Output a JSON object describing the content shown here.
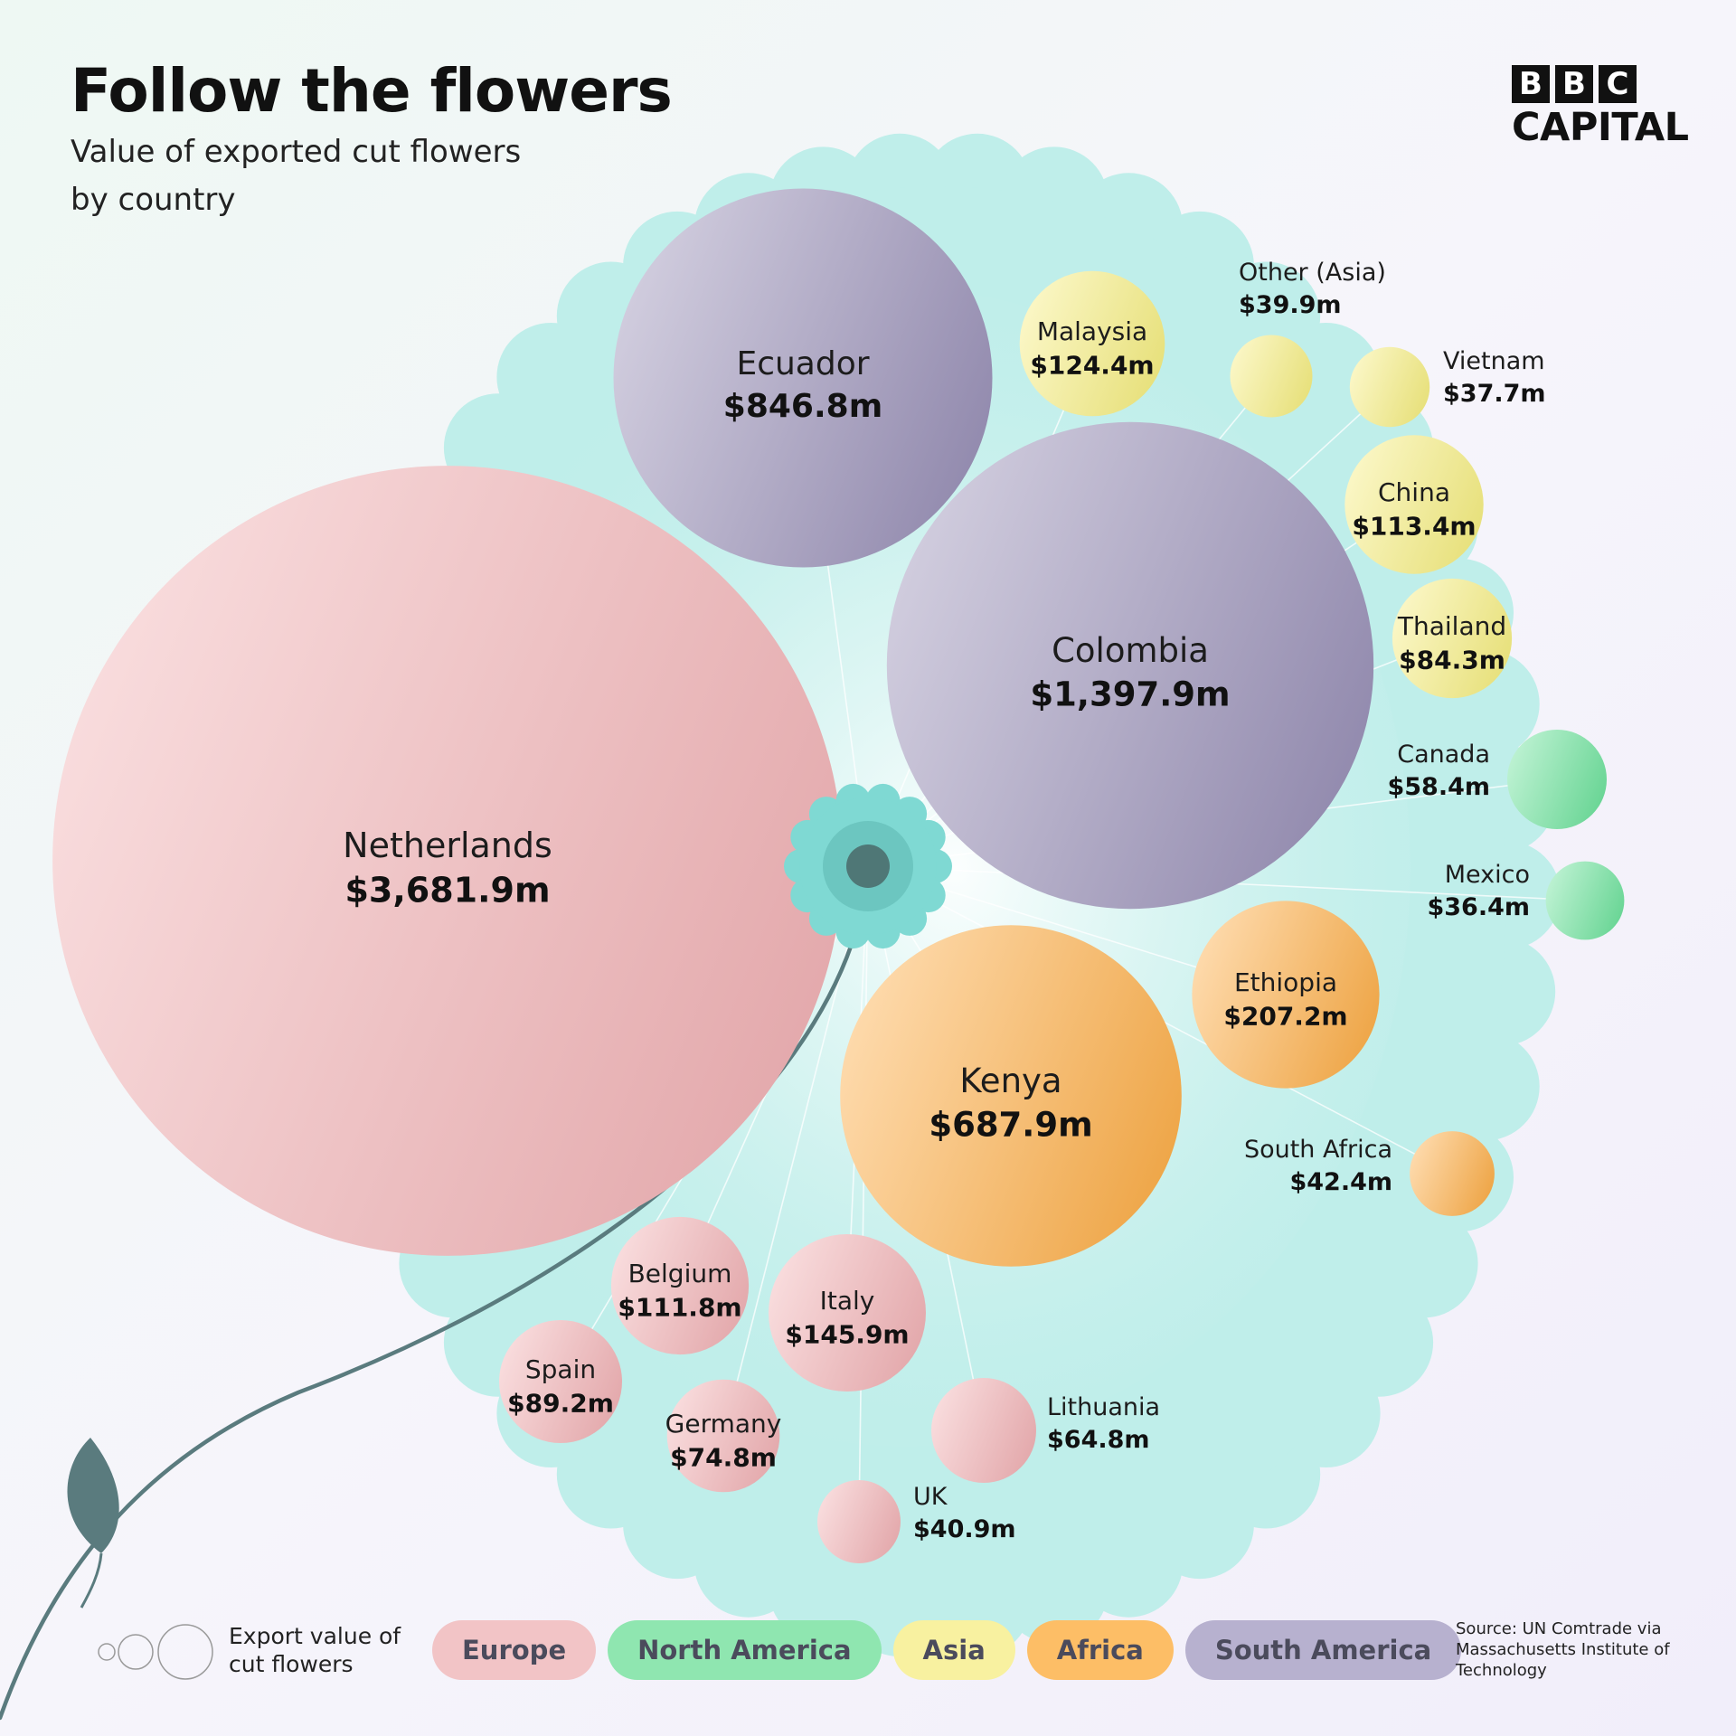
{
  "header": {
    "title": "Follow the flowers",
    "subtitle": "Value of exported cut flowers by country"
  },
  "logo": {
    "letters": [
      "B",
      "B",
      "C"
    ],
    "word": "CAPITAL"
  },
  "colors": {
    "Europe": "#f2b3b6",
    "North America": "#6fe39d",
    "Asia": "#f6ee82",
    "Africa": "#fdb04a",
    "South America": "#9a92b8",
    "flower_base": "#bfeeea",
    "flower_center": "#7fd9d3",
    "stem": "#5a7b7e"
  },
  "size_legend_label": "Export value of cut flowers",
  "legend": [
    {
      "region": "Europe",
      "label": "Europe",
      "bg": "#f2c4c6"
    },
    {
      "region": "North America",
      "label": "North America",
      "bg": "#8fe6b0"
    },
    {
      "region": "Asia",
      "label": "Asia",
      "bg": "#f8f1a0"
    },
    {
      "region": "Africa",
      "label": "Africa",
      "bg": "#fdbe66"
    },
    {
      "region": "South America",
      "label": "South America",
      "bg": "#b7b1cf"
    }
  ],
  "source": "Source: UN Comtrade via Massachusetts Institute of Technology",
  "chart_data": {
    "type": "bubble",
    "unit": "$m",
    "points": [
      {
        "country": "Netherlands",
        "region": "Europe",
        "value": 3681.9,
        "label": "$3,681.9m"
      },
      {
        "country": "Colombia",
        "region": "South America",
        "value": 1397.9,
        "label": "$1,397.9m"
      },
      {
        "country": "Ecuador",
        "region": "South America",
        "value": 846.8,
        "label": "$846.8m"
      },
      {
        "country": "Kenya",
        "region": "Africa",
        "value": 687.9,
        "label": "$687.9m"
      },
      {
        "country": "Ethiopia",
        "region": "Africa",
        "value": 207.2,
        "label": "$207.2m"
      },
      {
        "country": "Italy",
        "region": "Europe",
        "value": 145.9,
        "label": "$145.9m"
      },
      {
        "country": "Malaysia",
        "region": "Asia",
        "value": 124.4,
        "label": "$124.4m"
      },
      {
        "country": "China",
        "region": "Asia",
        "value": 113.4,
        "label": "$113.4m"
      },
      {
        "country": "Belgium",
        "region": "Europe",
        "value": 111.8,
        "label": "$111.8m"
      },
      {
        "country": "Spain",
        "region": "Europe",
        "value": 89.2,
        "label": "$89.2m"
      },
      {
        "country": "Thailand",
        "region": "Asia",
        "value": 84.3,
        "label": "$84.3m"
      },
      {
        "country": "Germany",
        "region": "Europe",
        "value": 74.8,
        "label": "$74.8m"
      },
      {
        "country": "Lithuania",
        "region": "Europe",
        "value": 64.8,
        "label": "$64.8m"
      },
      {
        "country": "Canada",
        "region": "North America",
        "value": 58.4,
        "label": "$58.4m"
      },
      {
        "country": "South Africa",
        "region": "Africa",
        "value": 42.4,
        "label": "$42.4m"
      },
      {
        "country": "UK",
        "region": "Europe",
        "value": 40.9,
        "label": "$40.9m"
      },
      {
        "country": "Other (Asia)",
        "region": "Asia",
        "value": 39.9,
        "label": "$39.9m"
      },
      {
        "country": "Vietnam",
        "region": "Asia",
        "value": 37.7,
        "label": "$37.7m"
      },
      {
        "country": "Mexico",
        "region": "North America",
        "value": 36.4,
        "label": "$36.4m"
      }
    ]
  }
}
